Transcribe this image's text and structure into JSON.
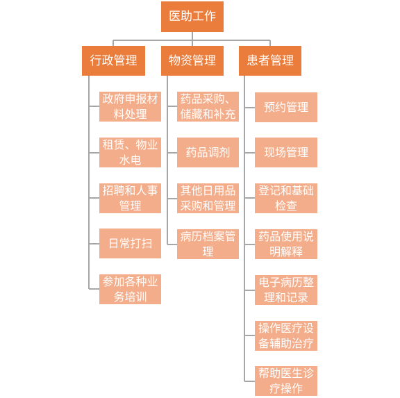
{
  "root": "医助工作",
  "departments": [
    {
      "title": "行政管理",
      "tasks": [
        "政府申报材料处理",
        "租赁、物业水电",
        "招聘和人事管理",
        "日常打扫",
        "参加各种业务培训"
      ]
    },
    {
      "title": "物资管理",
      "tasks": [
        "药品采购、储藏和补充",
        "药品调剂",
        "其他日用品采购和管理",
        "病历档案管理"
      ]
    },
    {
      "title": "患者管理",
      "tasks": [
        "预约管理",
        "现场管理",
        "登记和基础检查",
        "药品使用说明解释",
        "电子病历整理和记录",
        "操作医疗设备辅助治疗",
        "帮助医生诊疗操作"
      ]
    }
  ],
  "colors": {
    "primary": "#ea7c3c",
    "secondary": "#f3ad8b",
    "connector": "#a6a6a6"
  }
}
